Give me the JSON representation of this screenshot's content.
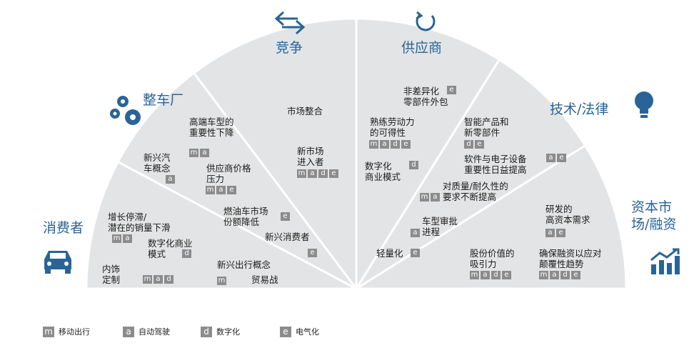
{
  "segments": {
    "competition": "竞争",
    "suppliers": "供应商",
    "oem": "整车厂",
    "tech_law": "技术/法律",
    "consumers": "消费者",
    "capital": "资本市\n场/融资"
  },
  "items": {
    "high_end": "高端车型的\n重要性下降",
    "emerging_concept": "新兴汽\n车概念",
    "supply_price": "供应商价格\n压力",
    "market_consolidation": "市场整合",
    "new_entrants": "新市场\n进入者",
    "non_diff": "非差异化\n零部件外包",
    "skilled_labor": "熟练劳动力\n的可得性",
    "digital_model_sup": "数字化\n商业模式",
    "smart_products": "智能产品和\n新零部件",
    "software_importance": "软件与电子设备\n重要性日益提高",
    "quality_demand": "对质量/耐久性的\n要求不断提高",
    "type_approval": "车型审批\n进程",
    "lightweight": "轻量化",
    "rd_capital": "研发的\n高资本需求",
    "shareholder_value": "股份价值的\n吸引力",
    "financing_volatility": "确保融资以应对\n颠覆性趋势",
    "growth_stagnation": "增长停滞/\n潜在的销量下滑",
    "digital_model_con": "数字化商业\n模式",
    "interior": "内饰\n定制",
    "mobility_concept": "新兴出行概念",
    "ice_decline": "燃油车市场\n份额降低",
    "emerging_consumers": "新兴消费者",
    "trade_war": "贸易战"
  },
  "tags": {
    "high_end": [
      "m",
      "a"
    ],
    "emerging_concept": [
      "a"
    ],
    "supply_price": [
      "m",
      "a",
      "e"
    ],
    "new_entrants": [
      "m",
      "a",
      "d",
      "e"
    ],
    "non_diff": [
      "e"
    ],
    "skilled_labor": [
      "m",
      "a",
      "d",
      "e"
    ],
    "digital_model_sup": [
      "d"
    ],
    "smart_products": [
      "d",
      "e"
    ],
    "software_importance": [
      "a",
      "e"
    ],
    "quality_demand": [
      "m",
      "a"
    ],
    "type_approval": [
      "a"
    ],
    "lightweight": [
      "e"
    ],
    "rd_capital": [
      "a",
      "e"
    ],
    "shareholder_value": [
      "m",
      "a",
      "d",
      "e"
    ],
    "financing_volatility": [
      "m",
      "a",
      "d",
      "e"
    ],
    "growth_stagnation": [
      "m",
      "a"
    ],
    "digital_model_con": [
      "d"
    ],
    "interior": [
      "m",
      "a",
      "d"
    ],
    "mobility_concept": [
      "m"
    ],
    "ice_decline": [
      "e"
    ],
    "emerging_consumers": [
      "e"
    ]
  },
  "legend": [
    {
      "key": "m",
      "label": "移动出行"
    },
    {
      "key": "a",
      "label": "自动驾驶"
    },
    {
      "key": "d",
      "label": "数字化"
    },
    {
      "key": "e",
      "label": "电气化"
    }
  ],
  "colors": {
    "fan": "#e3e4e5",
    "accent": "#2a6496",
    "tag": "#8c8c8c"
  }
}
